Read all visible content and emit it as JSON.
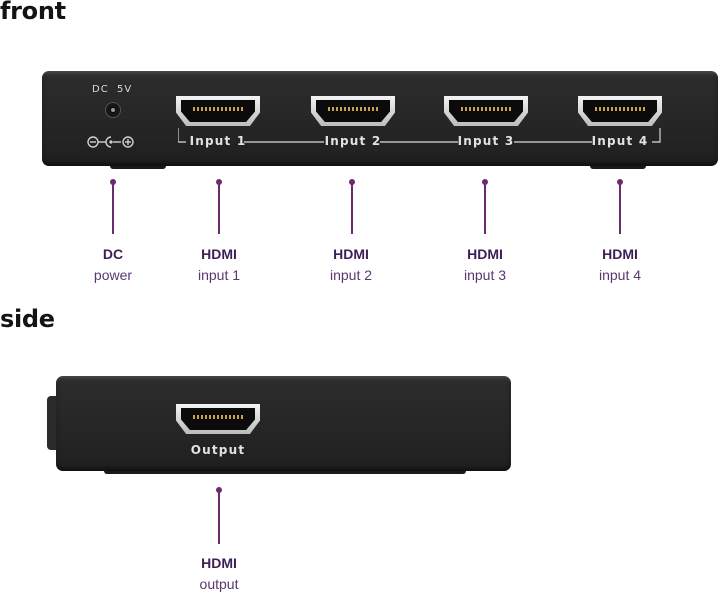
{
  "sections": {
    "front": "front",
    "side": "side"
  },
  "front_panel": {
    "dc_label": "DC  5V",
    "ports": [
      {
        "label": "Input 1"
      },
      {
        "label": "Input 2"
      },
      {
        "label": "Input 3"
      },
      {
        "label": "Input 4"
      }
    ]
  },
  "side_panel": {
    "port_label": "Output"
  },
  "callouts": {
    "dc": {
      "line1": "DC",
      "line2": "power"
    },
    "input1": {
      "line1": "HDMI",
      "line2": "input 1"
    },
    "input2": {
      "line1": "HDMI",
      "line2": "input 2"
    },
    "input3": {
      "line1": "HDMI",
      "line2": "input 3"
    },
    "input4": {
      "line1": "HDMI",
      "line2": "input 4"
    },
    "output": {
      "line1": "HDMI",
      "line2": "output"
    }
  },
  "colors": {
    "device_body": "#262627",
    "callout_accent": "#6e2a6e",
    "callout_text": "#3c1f55"
  }
}
